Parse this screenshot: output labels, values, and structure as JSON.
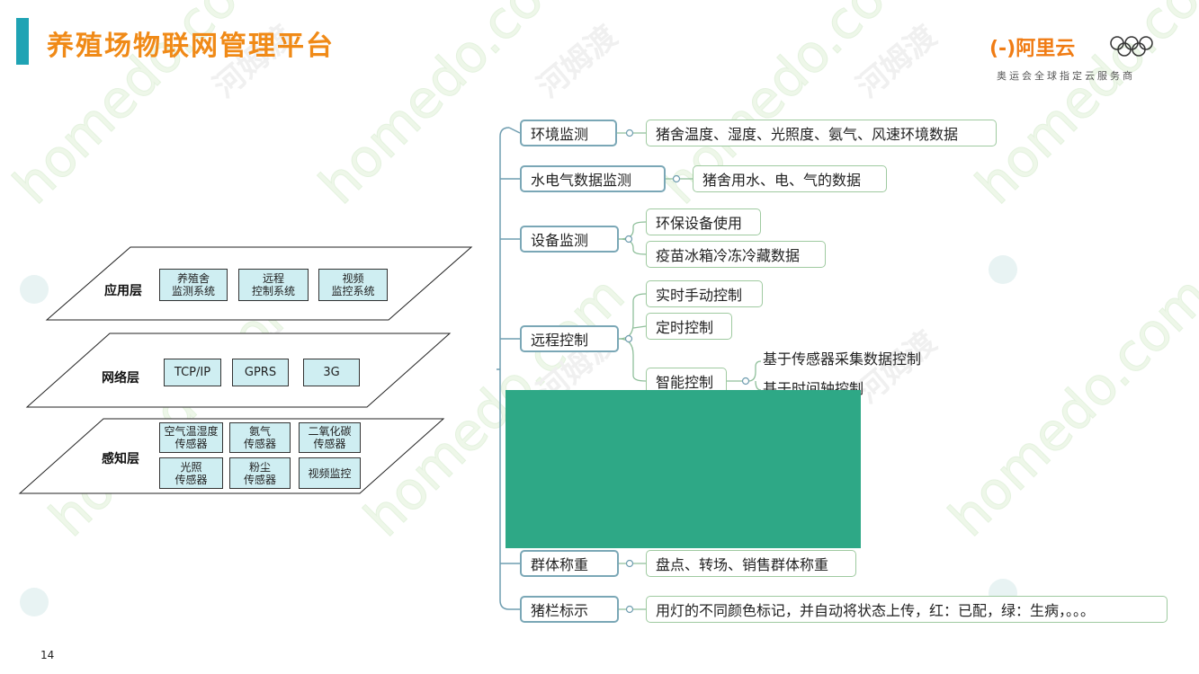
{
  "title": "养殖场物联网管理平台",
  "page_number": "14",
  "logo": {
    "brand": "(-)阿里云",
    "tagline": "奥运会全球指定云服务商"
  },
  "watermark": {
    "text_latin": "homedo.com",
    "text_cn": "河姆渡"
  },
  "colors": {
    "title": "#f08a17",
    "accent_bar": "#1fa3b4",
    "layer_box": "#cfeef2",
    "cover_block": "#2ea886"
  },
  "layers": [
    {
      "label": "应用层",
      "boxes": [
        "养殖舍\n监测系统",
        "远程\n控制系统",
        "视频\n监控系统"
      ]
    },
    {
      "label": "网络层",
      "boxes": [
        "TCP/IP",
        "GPRS",
        "3G"
      ]
    },
    {
      "label": "感知层",
      "boxes": [
        "空气温湿度\n传感器",
        "氨气\n传感器",
        "二氧化碳\n传感器",
        "光照\n传感器",
        "粉尘\n传感器",
        "视频监控"
      ]
    }
  ],
  "mindmap": {
    "branches": [
      {
        "label": "环境监测",
        "children": [
          "猪舍温度、湿度、光照度、氨气、风速环境数据"
        ]
      },
      {
        "label": "水电气数据监测",
        "children": [
          "猪舍用水、电、气的数据"
        ]
      },
      {
        "label": "设备监测",
        "children": [
          "环保设备使用",
          "疫苗冰箱冷冻冷藏数据"
        ]
      },
      {
        "label": "远程控制",
        "children": [
          "实时手动控制",
          "定时控制",
          "智能控制"
        ]
      },
      {
        "label": "群体称重",
        "children": [
          "盘点、转场、销售群体称重"
        ]
      },
      {
        "label": "猪栏标示",
        "children": [
          "用灯的不同颜色标记，并自动将状态上传，红：已配，绿：生病，。。。"
        ]
      }
    ],
    "smart_control_children": [
      "基于传感器采集数据控制",
      "基于时间轴控制"
    ]
  }
}
